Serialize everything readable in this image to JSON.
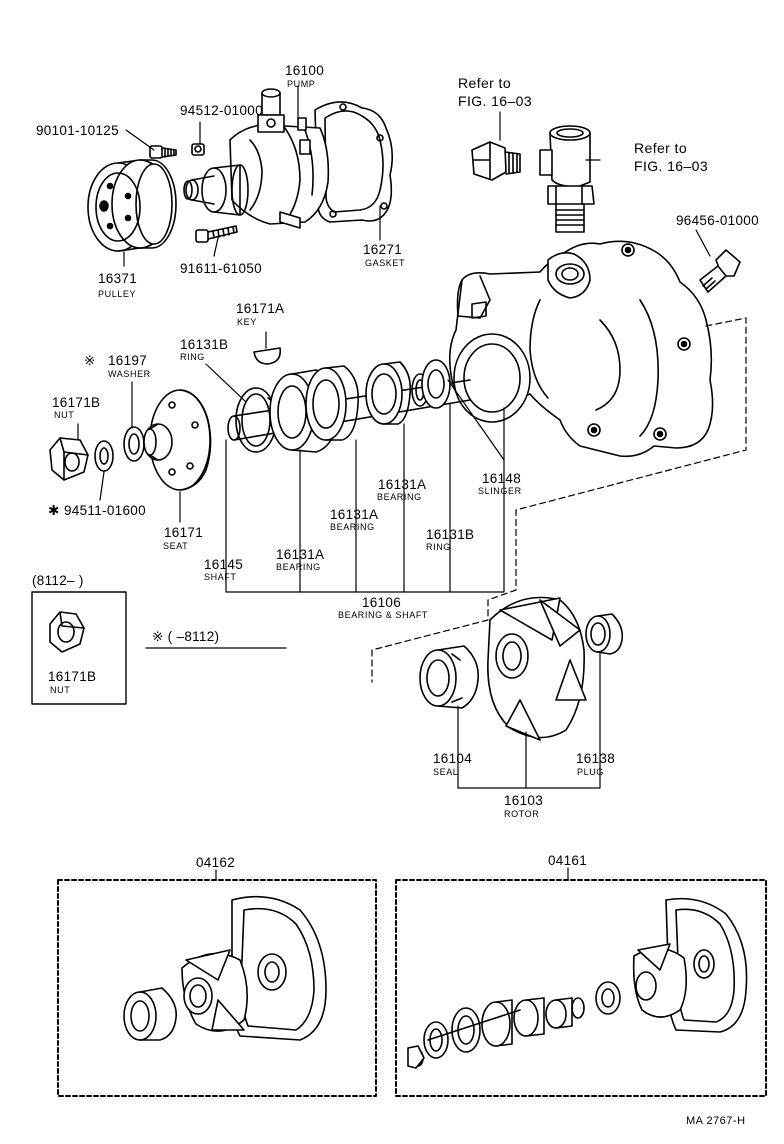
{
  "colors": {
    "ink": "#000000",
    "paper": "#ffffff",
    "shade": "#d8d8d8"
  },
  "parts": {
    "pump": {
      "number": "16100",
      "name": "PUMP"
    },
    "gasket": {
      "number": "16271",
      "name": "GASKET"
    },
    "pulley": {
      "number": "16371",
      "name": "PULLEY"
    },
    "bolt_a": {
      "number": "90101-10125"
    },
    "plug_a": {
      "number": "94512-01000"
    },
    "bolt_b": {
      "number": "91611-61050"
    },
    "union": {
      "number": "96456-01000"
    },
    "key": {
      "number": "16171A",
      "name": "KEY"
    },
    "ring_b_top": {
      "number": "16131B",
      "name": "RING"
    },
    "washer": {
      "mark": "※",
      "number": "16197",
      "name": "WASHER"
    },
    "nut": {
      "number": "16171B",
      "name": "NUT"
    },
    "washer_b": {
      "mark": "✱",
      "number": "94511-01600"
    },
    "seat": {
      "number": "16171",
      "name": "SEAT"
    },
    "shaft": {
      "number": "16145",
      "name": "SHAFT"
    },
    "bearing_1": {
      "number": "16131A",
      "name": "BEARING"
    },
    "bearing_2": {
      "number": "16131A",
      "name": "BEARING"
    },
    "bearing_3": {
      "number": "16131A",
      "name": "BEARING"
    },
    "ring_b": {
      "number": "16131B",
      "name": "RING"
    },
    "slinger": {
      "number": "16148",
      "name": "SLINGER"
    },
    "bearing_shaft": {
      "number": "16106",
      "name": "BEARING & SHAFT"
    },
    "seal": {
      "number": "16104",
      "name": "SEAL"
    },
    "plug": {
      "number": "16138",
      "name": "PLUG"
    },
    "rotor": {
      "number": "16103",
      "name": "ROTOR"
    },
    "nut_inset": {
      "number": "16171B",
      "name": "NUT"
    },
    "kit_left": {
      "number": "04162"
    },
    "kit_right": {
      "number": "04161"
    }
  },
  "refs": {
    "ref1": {
      "line1": "Refer to",
      "line2": "FIG. 16–03"
    },
    "ref2": {
      "line1": "Refer to",
      "line2": "FIG. 16–03"
    }
  },
  "notes": {
    "inset_range": "(8112–          )",
    "washer_range": "※ (          –8112)"
  },
  "footer": {
    "code": "MA  2767-H"
  }
}
